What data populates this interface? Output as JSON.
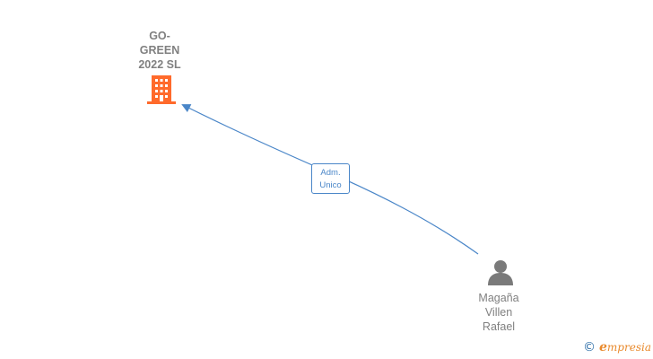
{
  "company": {
    "name_lines": [
      "GO-",
      "GREEN",
      "2022  SL"
    ],
    "icon": "building-icon",
    "color": "#ff6a2b"
  },
  "person": {
    "name_lines": [
      "Magaña",
      "Villen",
      "Rafael"
    ],
    "icon": "person-icon",
    "color": "#7a7a7a"
  },
  "relation": {
    "role_lines": [
      "Adm.",
      "Unico"
    ],
    "line_color": "#4a86c8"
  },
  "watermark": {
    "symbol": "©",
    "initial": "e",
    "rest": "mpresia",
    "color": "#e98a2d"
  }
}
